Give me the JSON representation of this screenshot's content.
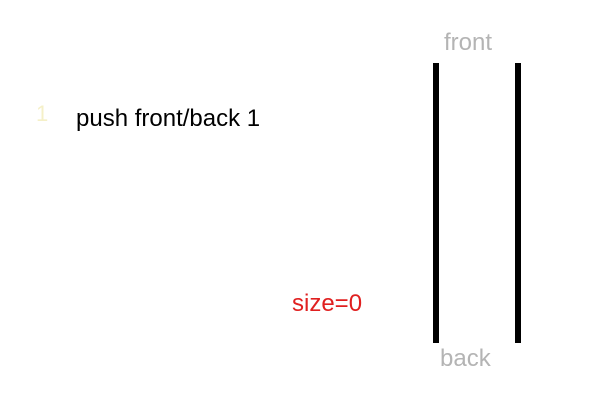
{
  "step": {
    "number": "1",
    "operation": "push front/back 1"
  },
  "deque": {
    "front_label": "front",
    "back_label": "back",
    "size_text": "size=0",
    "elements": []
  },
  "colors": {
    "walls": "#000000",
    "end_labels": "#b4b4b4",
    "size_text": "#e02020",
    "operation_text": "#000000",
    "step_marker": "#f5f0c8"
  }
}
